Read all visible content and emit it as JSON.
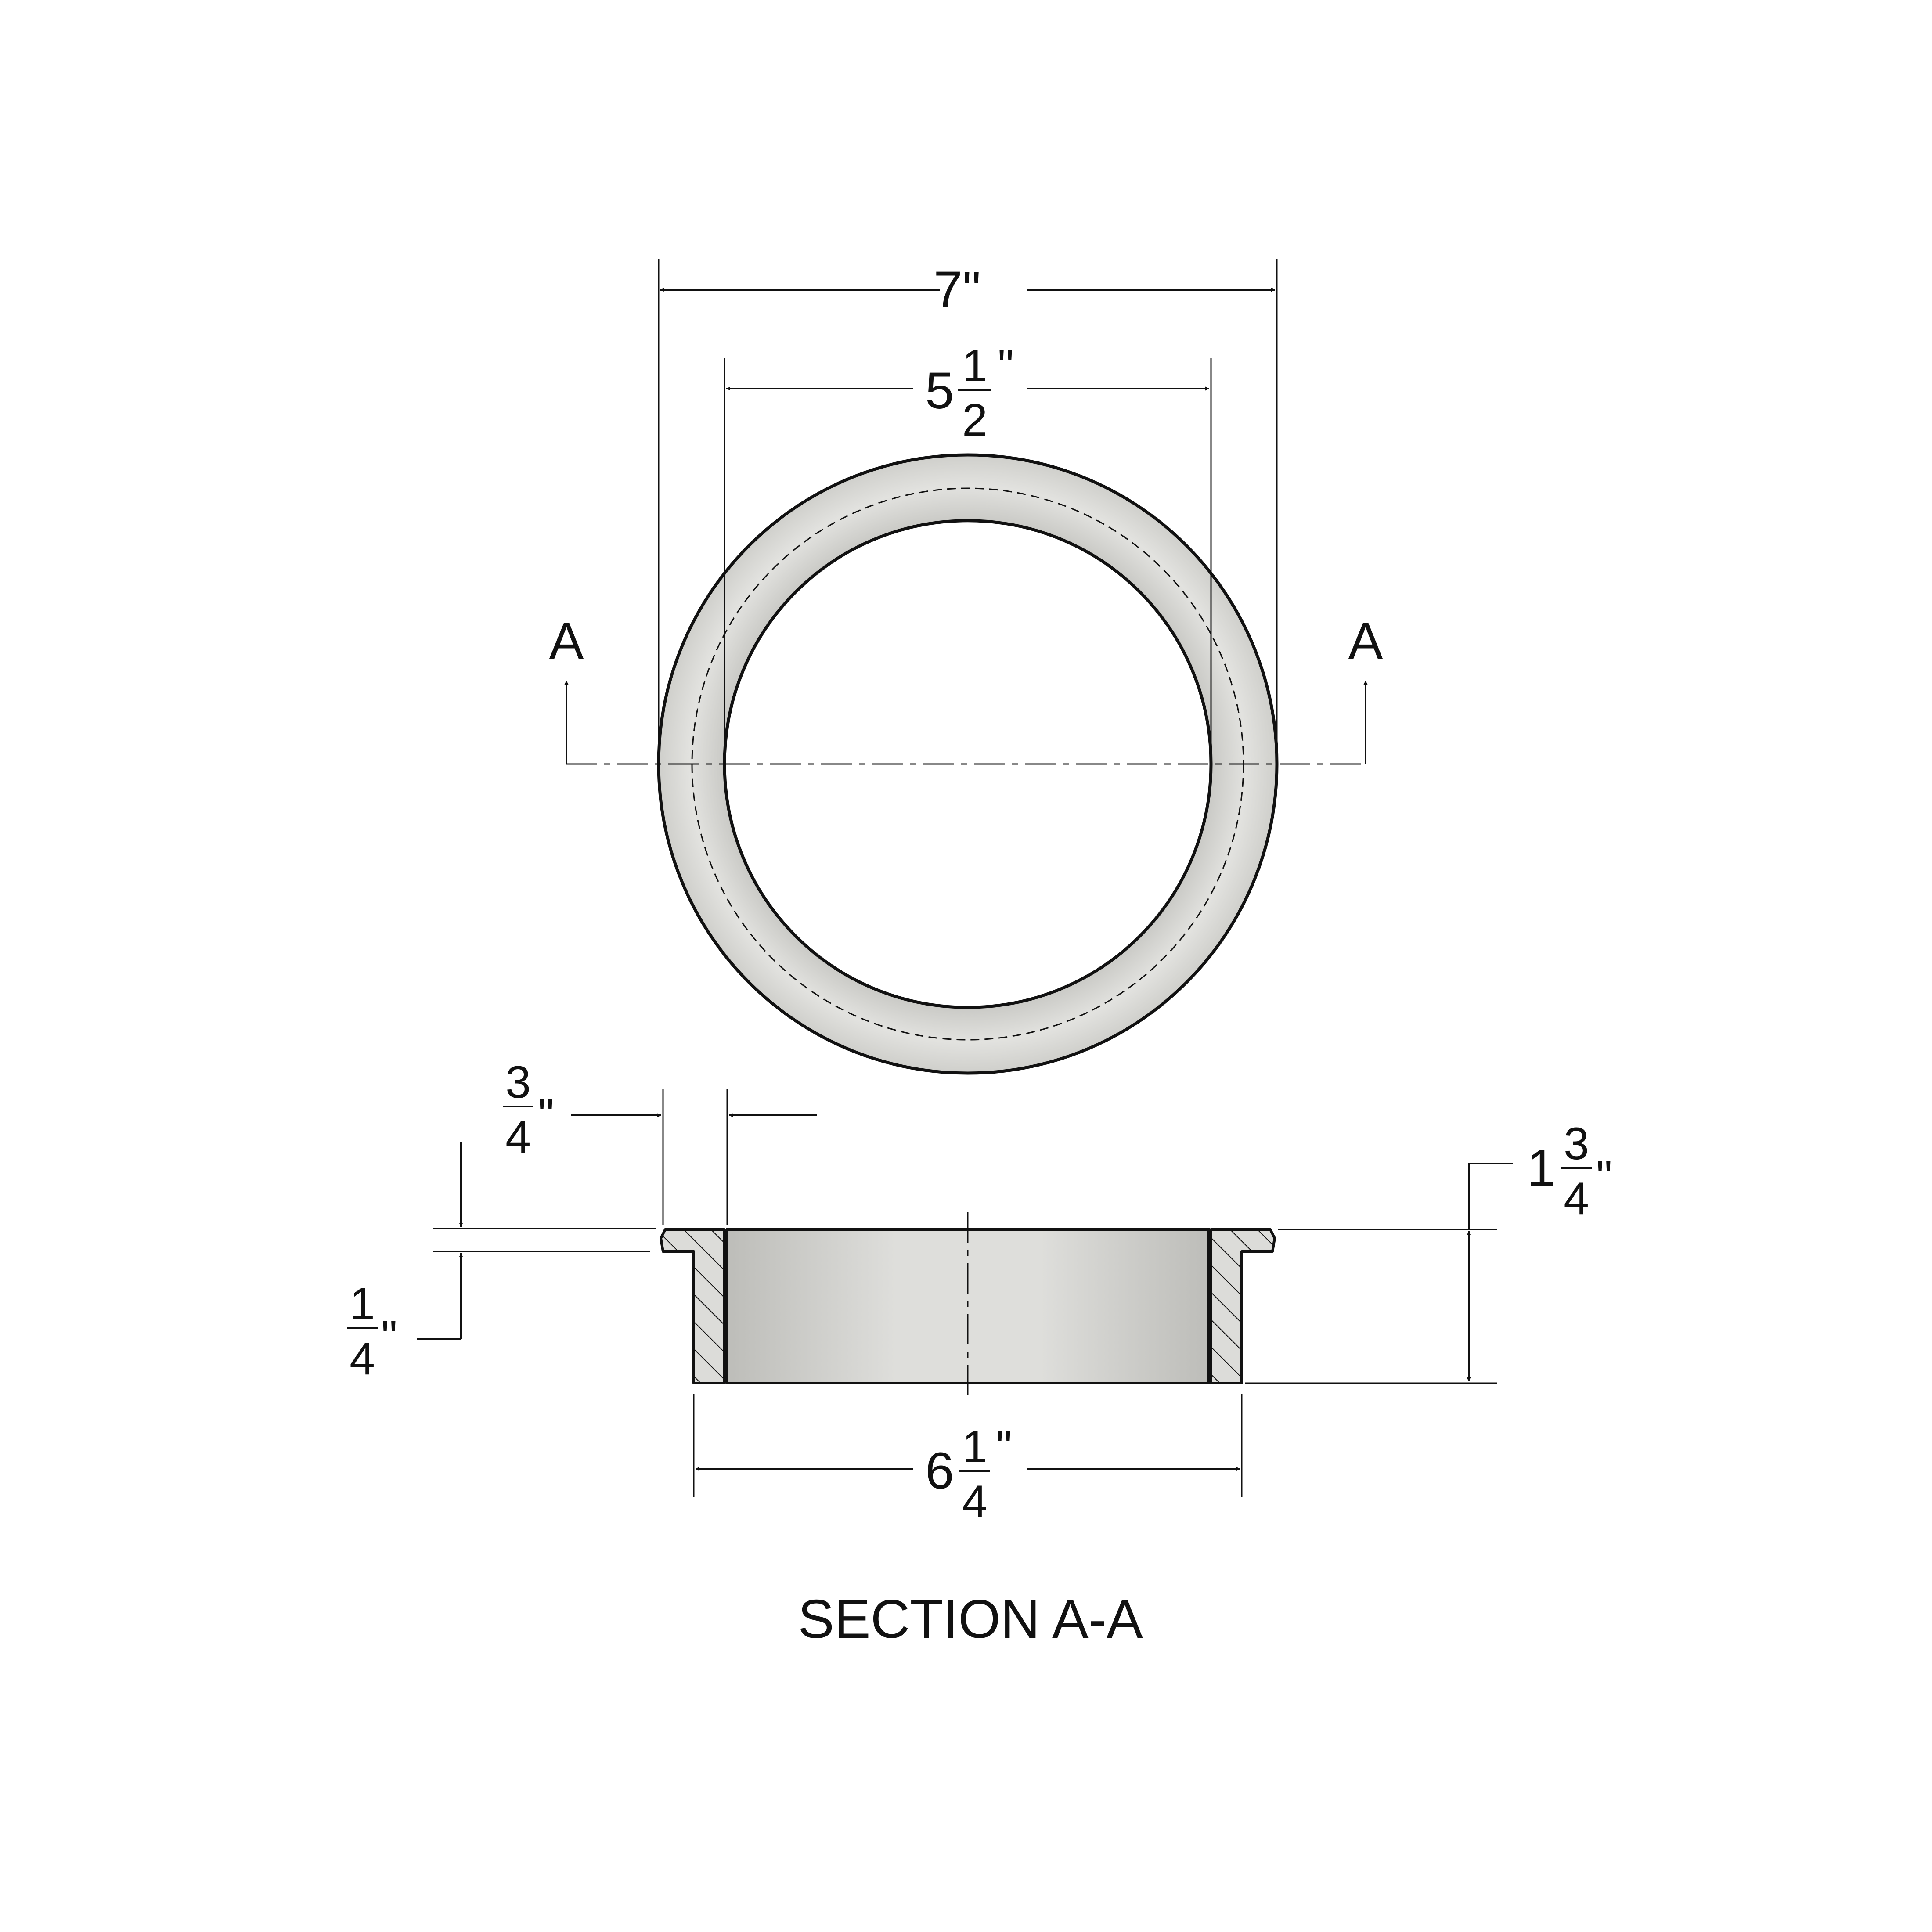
{
  "colors": {
    "line": "#111111",
    "part_fill": "#dcdcd9",
    "part_shade": "#c5c5c1",
    "background": "#ffffff"
  },
  "top_view": {
    "dim_outer": {
      "whole": "7",
      "unit": "\""
    },
    "dim_inner": {
      "whole": "5",
      "num": "1",
      "den": "2",
      "unit": "\""
    },
    "section_label_left": "A",
    "section_label_right": "A"
  },
  "section_view": {
    "dim_lip_width": {
      "num": "3",
      "den": "4",
      "unit": "\""
    },
    "dim_lip_thickness": {
      "num": "1",
      "den": "4",
      "unit": "\""
    },
    "dim_height": {
      "whole": "1",
      "num": "3",
      "den": "4",
      "unit": "\""
    },
    "dim_body_diameter": {
      "whole": "6",
      "num": "1",
      "den": "4",
      "unit": "\""
    },
    "title": "SECTION A-A"
  }
}
